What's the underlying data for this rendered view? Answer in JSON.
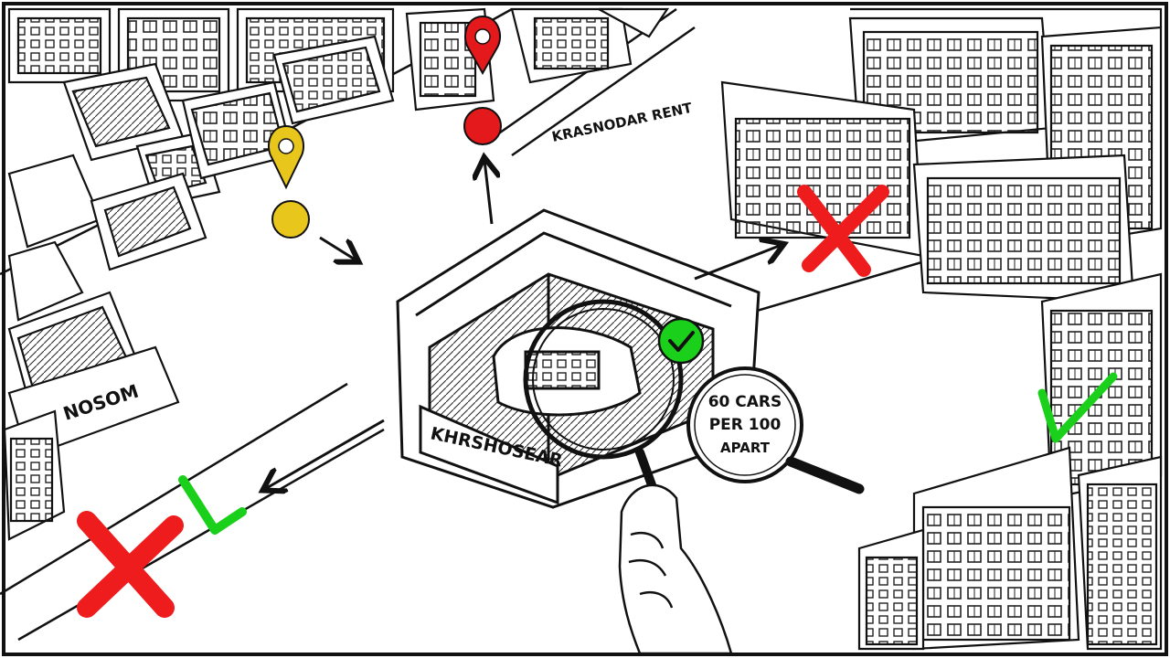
{
  "labels": {
    "top_street": "KRASNODAR RENT",
    "garage_sign": "KHRSHOSEAR",
    "side_building": "NOSOM",
    "magnifier_line1": "60 CARS",
    "magnifier_line2": "PER 100",
    "magnifier_line3": "APART"
  },
  "colors": {
    "ink": "#111111",
    "red_pin": "#e3191c",
    "yellow_pin": "#e9c61b",
    "green_check": "#1bd01b",
    "red_cross": "#ee1c1c",
    "paper": "#ffffff"
  },
  "icons": [
    "red-location-pin-icon",
    "yellow-location-pin-icon",
    "green-check-icon",
    "red-cross-icon",
    "magnifying-glass-icon",
    "arrow-icon"
  ]
}
